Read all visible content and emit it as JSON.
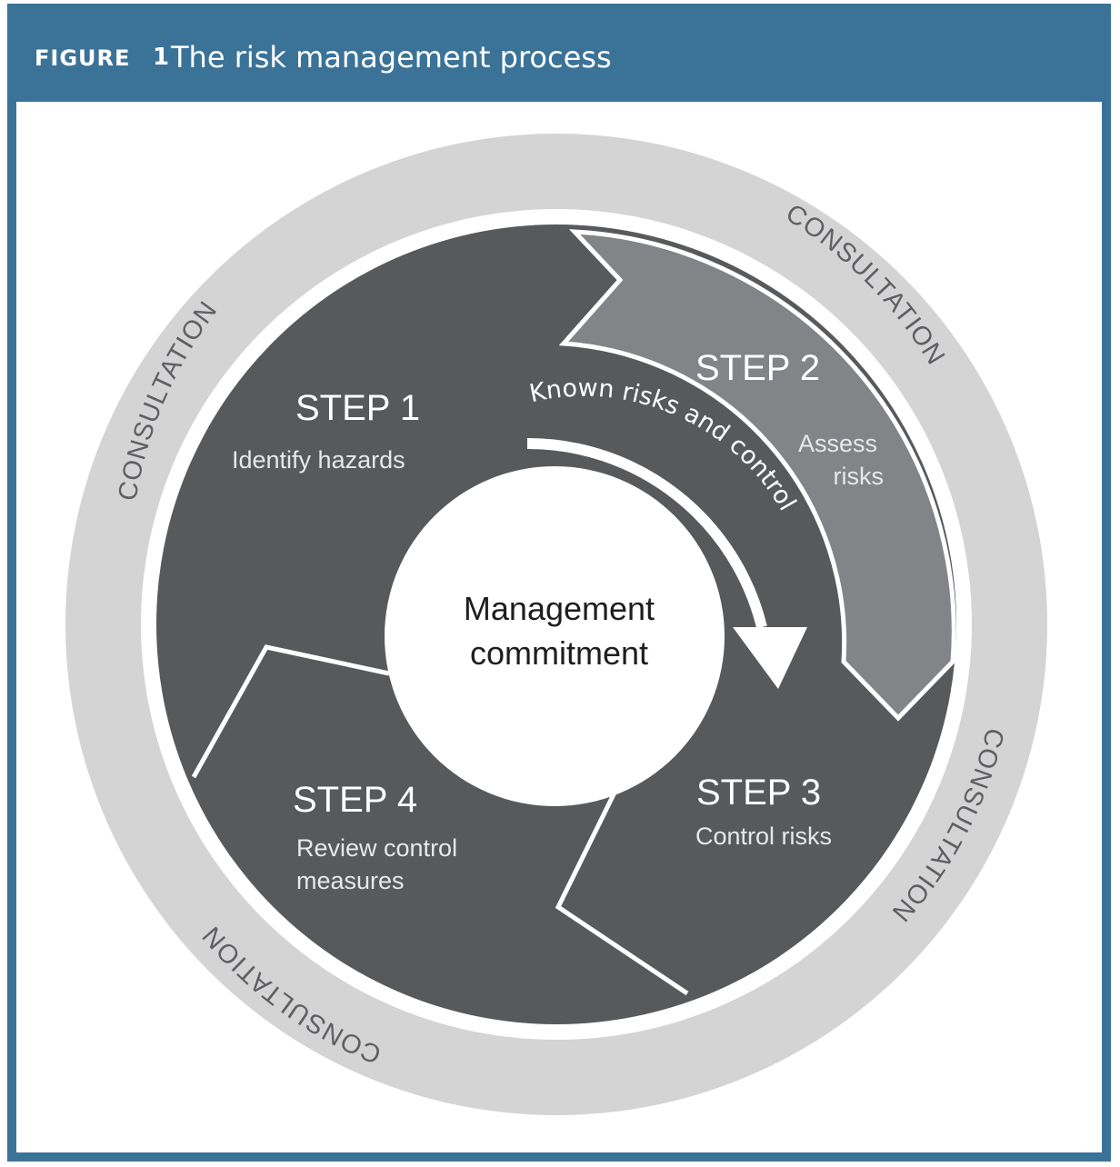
{
  "figure": {
    "label": "FIGURE",
    "number": "1",
    "title": "The risk management  process"
  },
  "consultation": {
    "top_left": "CONSULTATION",
    "top_right": "CONSULTATION",
    "bottom_right": "CONSULTATION",
    "bottom_left": "CONSULTATION"
  },
  "steps": [
    {
      "title": "STEP 1",
      "desc": [
        "Identify hazards"
      ]
    },
    {
      "title": "STEP 2",
      "desc": [
        "Assess",
        "risks"
      ]
    },
    {
      "title": "STEP 3",
      "desc": [
        "Control risks"
      ]
    },
    {
      "title": "STEP 4",
      "desc": [
        "Review control",
        "measures"
      ]
    }
  ],
  "arrow_label": "Known risks and control",
  "center": {
    "line1": "Management",
    "line2": "commitment"
  },
  "colors": {
    "header": "#3b7398",
    "ring": "#d4d4d5",
    "dark_segment": "#58595b",
    "step2_segment": "#838487",
    "center": "#ffffff"
  }
}
